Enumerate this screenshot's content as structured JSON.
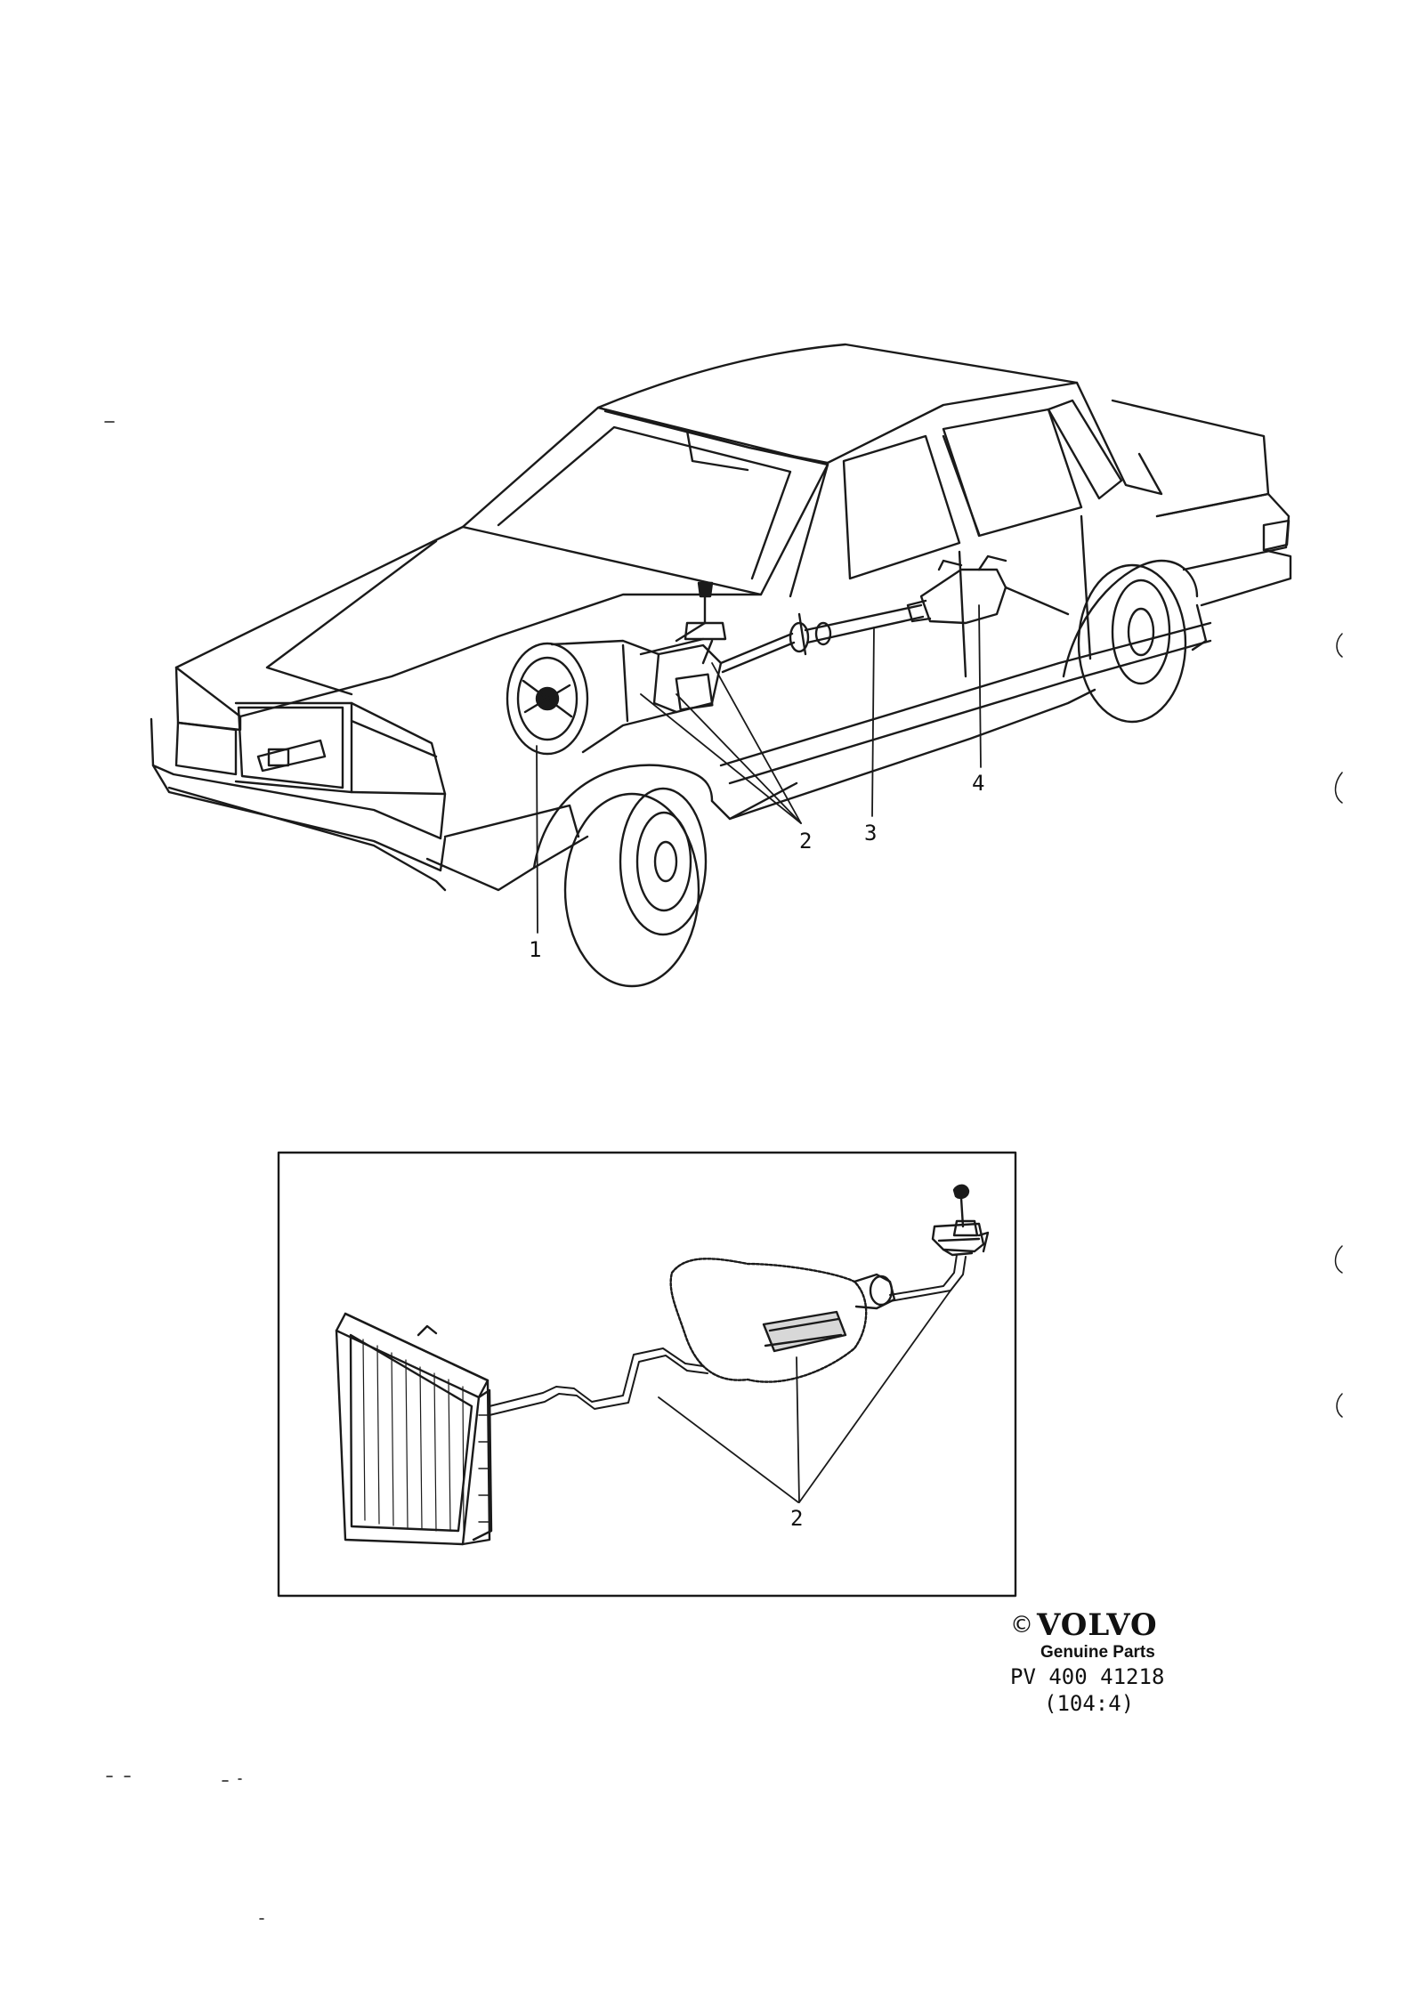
{
  "diagram": {
    "callouts_main": [
      "1",
      "2",
      "3",
      "4"
    ],
    "callout_inset": "2"
  },
  "footer": {
    "copyright_symbol": "©",
    "brand": "VOLVO",
    "tagline": "Genuine Parts",
    "part_code": "PV 400 41218",
    "reference": "(104:4)"
  }
}
